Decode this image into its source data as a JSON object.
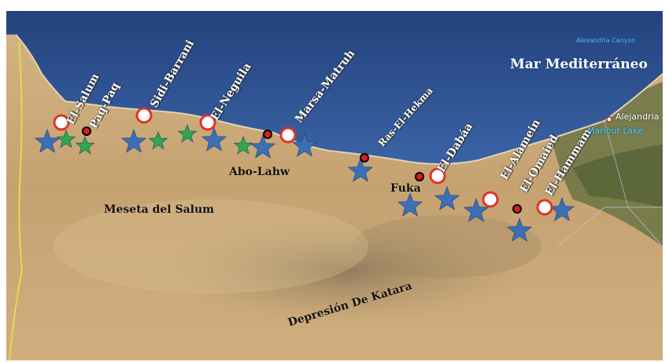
{
  "map": {
    "labels": {
      "el_salum": "El-Salum",
      "paq_paq": "Paq-Paq",
      "sidi_barrani": "Sidi-Barrani",
      "el_neguila": "El-Neguila",
      "marsa_matruh": "Marsa-Matruh",
      "ras_el_hekma": "Ras-El-Hekma",
      "el_dabaa": "El-Dabáa",
      "el_alamein": "El-Alamein",
      "el_omaied": "El-Omaied",
      "el_hammam": "El-Hammam",
      "abo_lahw": "Abo-Lahw",
      "fuka": "Fuka",
      "meseta": "Meseta del Salum",
      "depresion": "Depresión De Katara",
      "sea": "Mar Mediterráneo",
      "canyon": "Alexandria Canyon",
      "alejandria": "Alejandria",
      "mariout": "Mariout Lake"
    },
    "colors": {
      "sea": "#2d4f8e",
      "land": "#c9a877",
      "star_blue": "#3d6fb6",
      "star_green": "#2ea84a",
      "circle_red": "#e0322b",
      "dot_red": "#d81e1e",
      "border_yellow": "#e8d84a"
    },
    "icons": [
      "blue-star-icon",
      "green-star-icon",
      "red-white-circle-icon",
      "red-dot-icon"
    ]
  }
}
